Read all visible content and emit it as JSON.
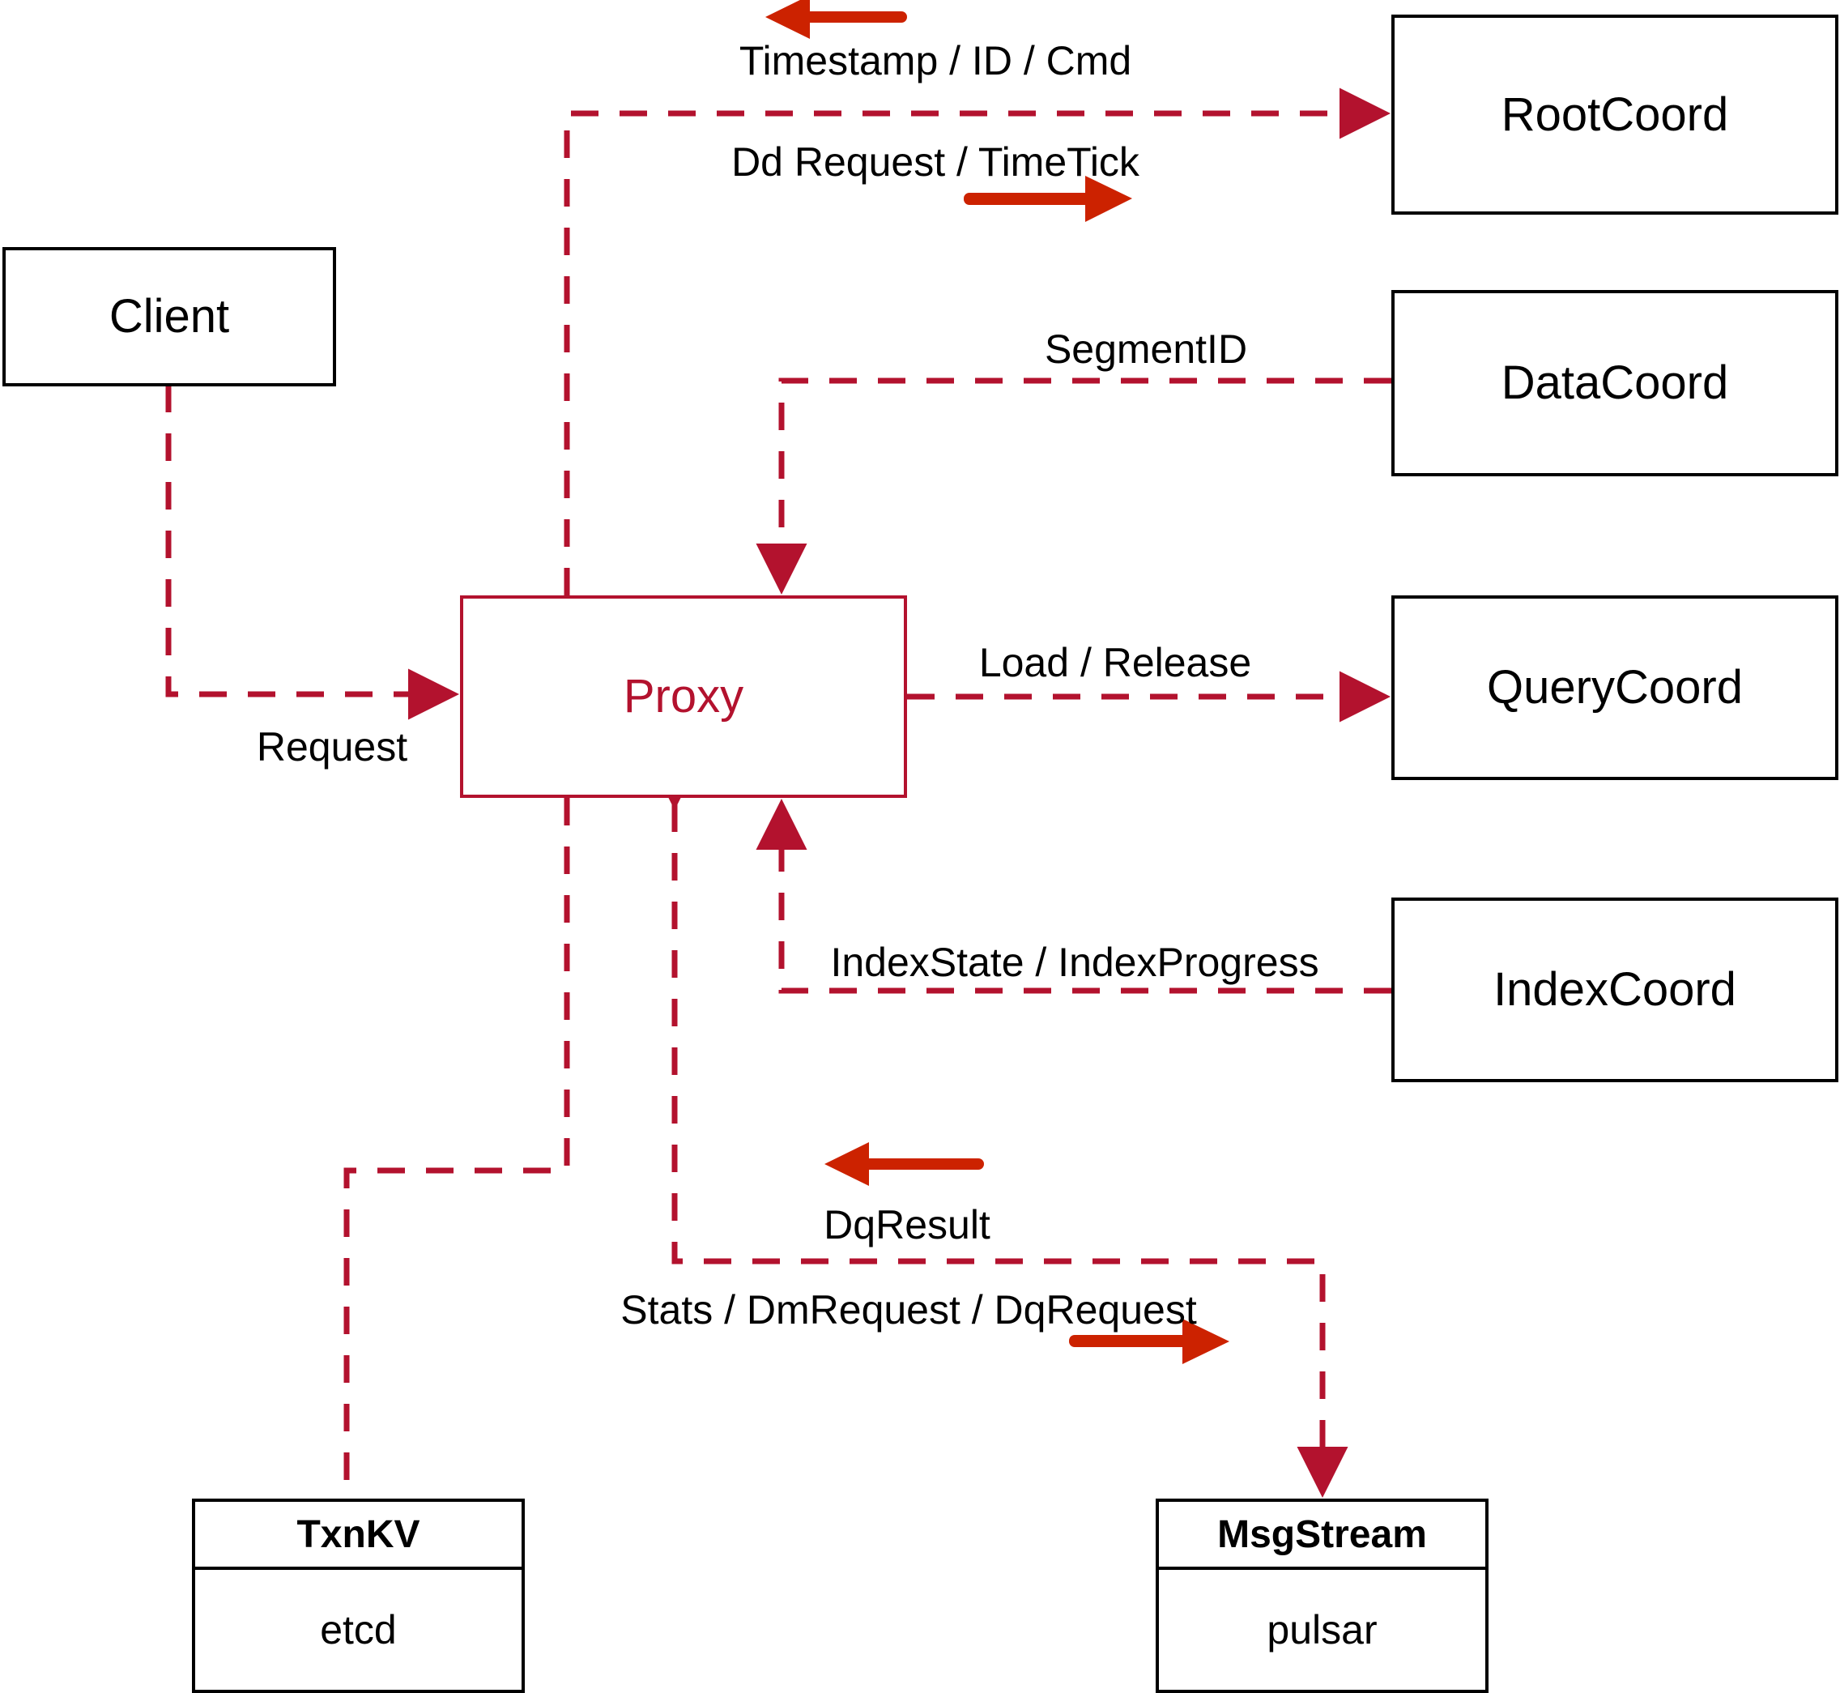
{
  "diagram": {
    "title": "Proxy interaction diagram",
    "accent_color": "#b3122e",
    "arrow_color": "#cc2200",
    "node_color": "#000000",
    "background": "#ffffff"
  },
  "nodes": {
    "client": {
      "label": "Client"
    },
    "proxy": {
      "label": "Proxy"
    },
    "root_coord": {
      "label": "RootCoord"
    },
    "data_coord": {
      "label": "DataCoord"
    },
    "query_coord": {
      "label": "QueryCoord"
    },
    "index_coord": {
      "label": "IndexCoord"
    }
  },
  "stores": {
    "txnkv": {
      "title": "TxnKV",
      "impl": "etcd"
    },
    "msgstream": {
      "title": "MsgStream",
      "impl": "pulsar"
    }
  },
  "edge_labels": {
    "timestamp_id_cmd": "Timestamp / ID / Cmd",
    "dd_request_timetick": "Dd Request / TimeTick",
    "segment_id": "SegmentID",
    "request": "Request",
    "load_release": "Load / Release",
    "index_state_progress": "IndexState / IndexProgress",
    "dq_result": "DqResult",
    "stats_dm_dq_request": "Stats / DmRequest / DqRequest"
  }
}
